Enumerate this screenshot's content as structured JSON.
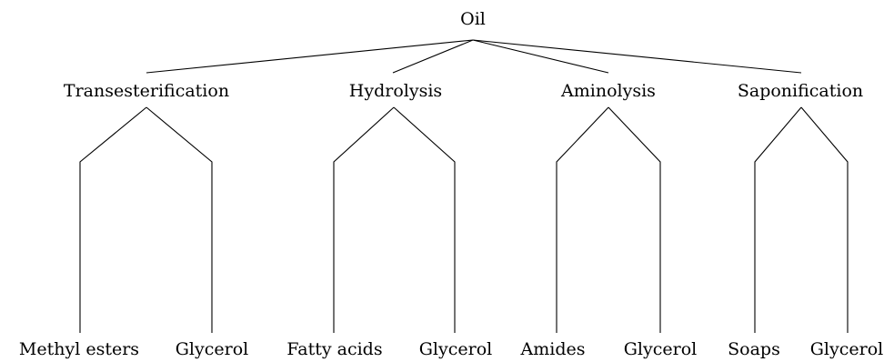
{
  "root": {
    "label": "Oil"
  },
  "processes": [
    {
      "label": "Transesterification",
      "products": [
        {
          "label": "Methyl esters"
        },
        {
          "label": "Glycerol"
        }
      ]
    },
    {
      "label": "Hydrolysis",
      "products": [
        {
          "label": "Fatty acids"
        },
        {
          "label": "Glycerol"
        }
      ]
    },
    {
      "label": "Aminolysis",
      "products": [
        {
          "label": "Amides"
        },
        {
          "label": "Glycerol"
        }
      ]
    },
    {
      "label": "Saponification",
      "products": [
        {
          "label": "Soaps"
        },
        {
          "label": "Glycerol"
        }
      ]
    }
  ]
}
